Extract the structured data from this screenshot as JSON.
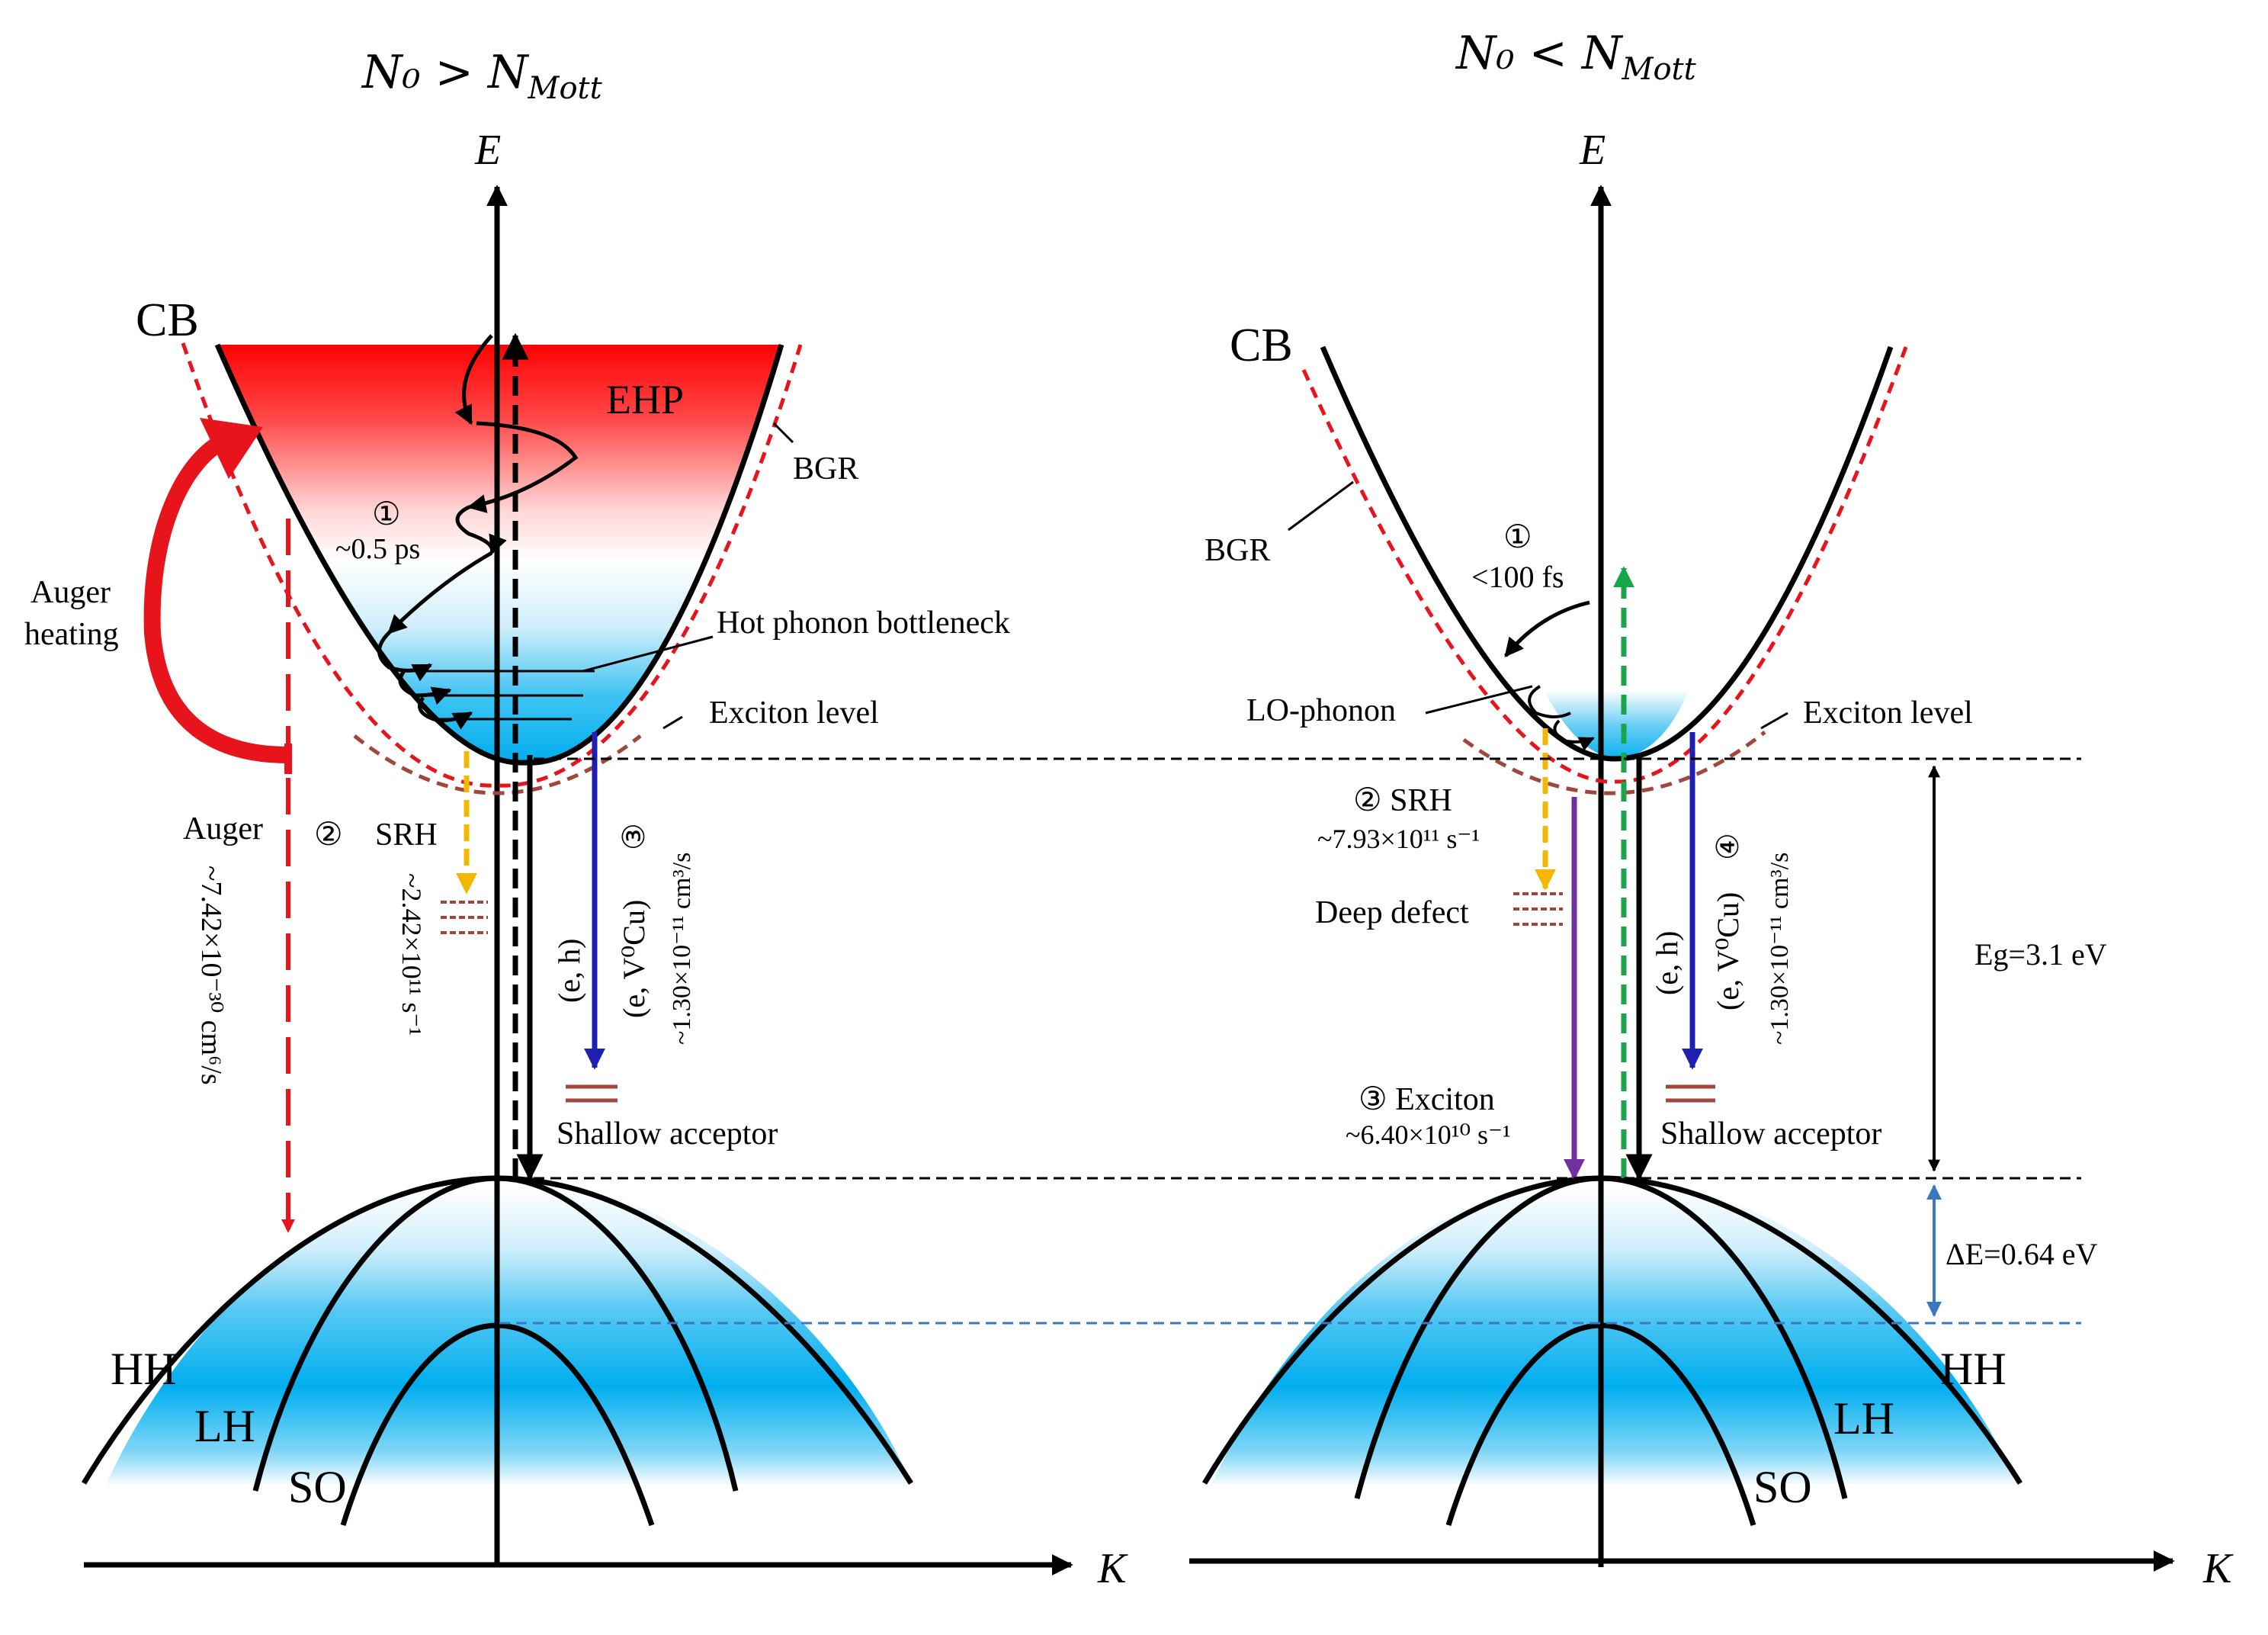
{
  "left_panel": {
    "condition": "N₀ > N",
    "condition_sub": "Mott",
    "axis_energy": "E",
    "axis_k": "K",
    "conduction_band": "CB",
    "ehp": "EHP",
    "bgr": "BGR",
    "step1_num": "①",
    "step1_time": "~0.5 ps",
    "auger_heating_line1": "Auger",
    "auger_heating_line2": "heating",
    "hot_phonon": "Hot phonon bottleneck",
    "exciton_level": "Exciton level",
    "auger": "Auger",
    "auger_rate": "~7.42×10⁻³⁰ cm⁶/s",
    "step2_num": "②",
    "srh": "SRH",
    "srh_rate": "~2.42×10¹¹ s⁻¹",
    "eh": "(e, h)",
    "evcu": "(e, V⁰Cu)",
    "step3_num": "③",
    "evcu_rate": "~1.30×10⁻¹¹ cm³/s",
    "shallow_acceptor": "Shallow acceptor",
    "hh": "HH",
    "lh": "LH",
    "so": "SO"
  },
  "right_panel": {
    "condition": "N₀ < N",
    "condition_sub": "Mott",
    "axis_energy": "E",
    "axis_k": "K",
    "conduction_band": "CB",
    "bgr": "BGR",
    "step1_num": "①",
    "step1_time": "<100 fs",
    "lo_phonon": "LO-phonon",
    "exciton_level": "Exciton level",
    "srh": "② SRH",
    "srh_rate": "~7.93×10¹¹ s⁻¹",
    "deep_defect": "Deep defect",
    "exciton": "③ Exciton",
    "exciton_rate": "~6.40×10¹⁰ s⁻¹",
    "eh": "(e, h)",
    "evcu": "(e, V⁰Cu)",
    "step4_num": "④",
    "evcu_rate": "~1.30×10⁻¹¹ cm³/s",
    "shallow_acceptor": "Shallow acceptor",
    "eg": "Eg=3.1 eV",
    "delta_e": "ΔE=0.64 eV",
    "hh": "HH",
    "lh": "LH",
    "so": "SO"
  },
  "colors": {
    "red": "#e8141c",
    "blue_band": "#00aeef",
    "yellow": "#f5b800",
    "navy": "#2020b0",
    "green": "#1aa54a",
    "purple": "#7030a0",
    "brown": "#a0463c",
    "steel": "#3a78c2"
  }
}
